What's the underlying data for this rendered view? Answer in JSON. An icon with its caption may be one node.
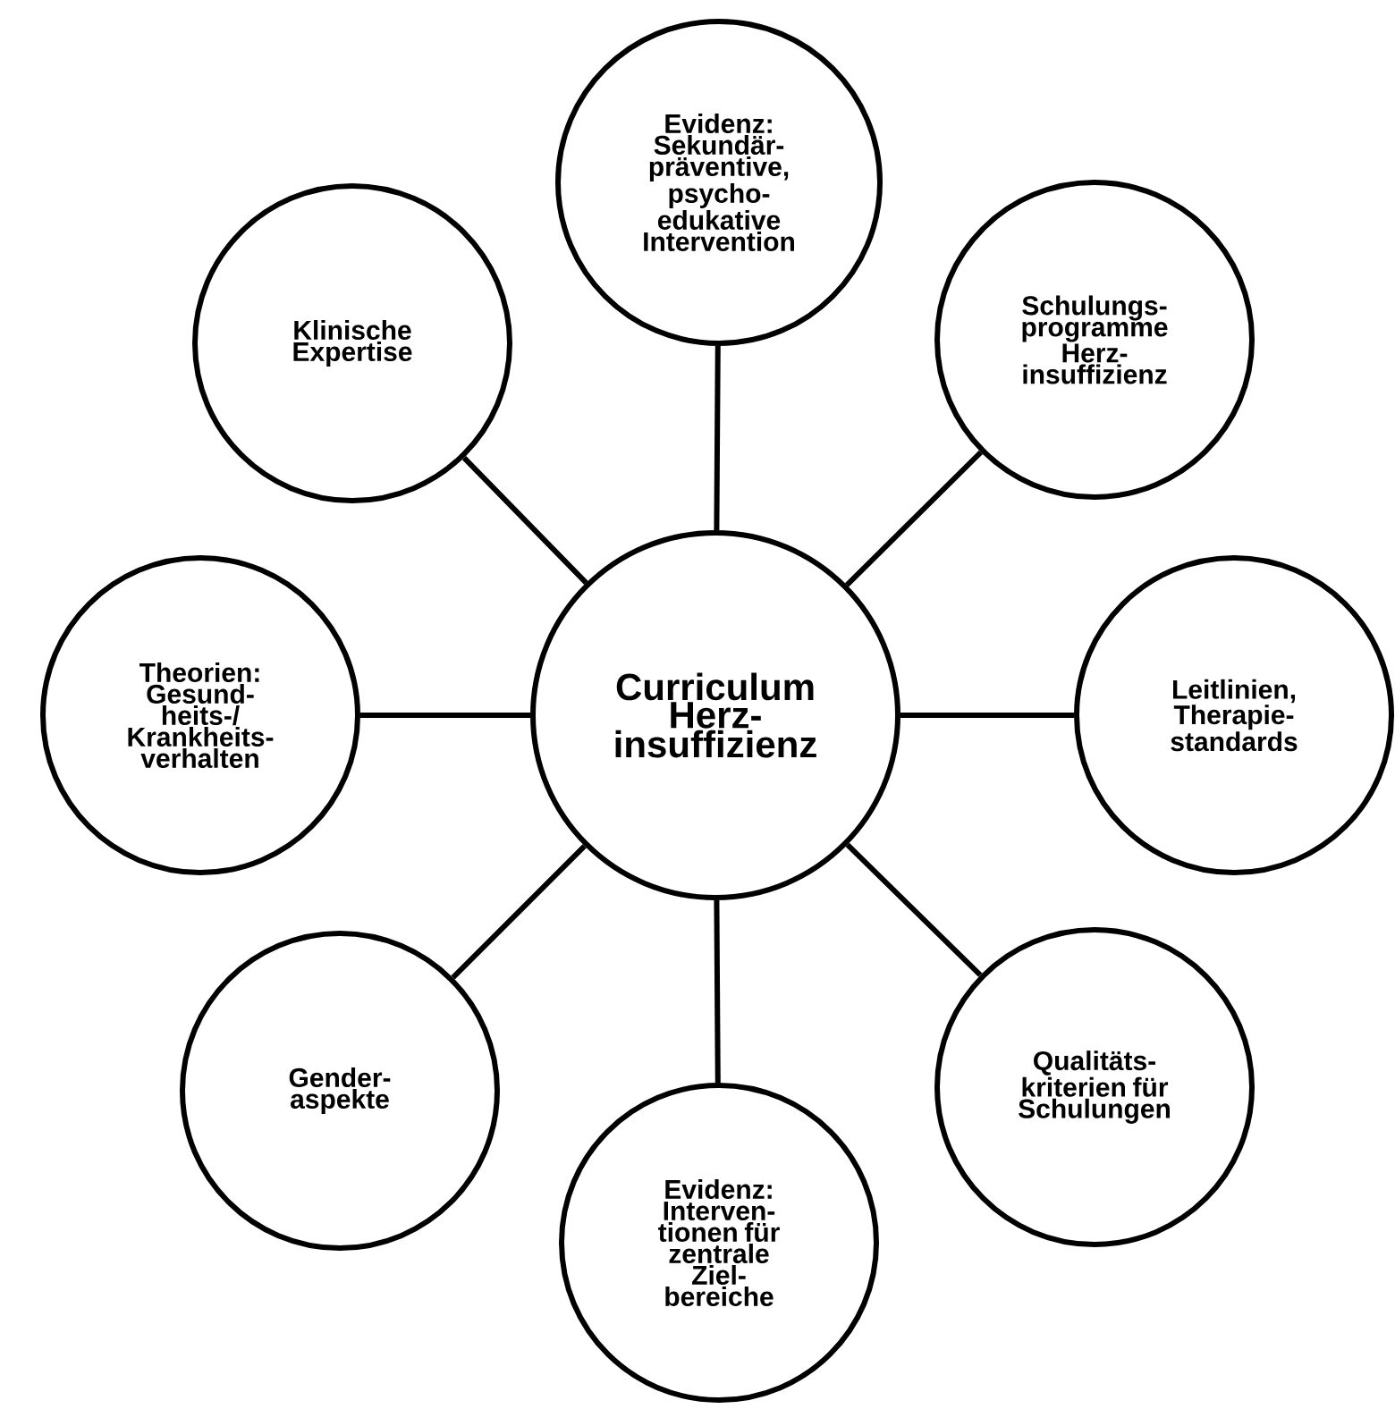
{
  "diagram": {
    "nodes": [
      {
        "text": [
          "Evidenz: Sekundär- präventive, psycho- edukative Intervention"
        ]
      },
      {
        "text": [
          "Klinische Expertise"
        ]
      },
      {
        "text": [
          "Schulungs- programme Herz- insuffizienz"
        ]
      },
      {
        "text": [
          "Theorien: Gesund- heits-/ Krankheits- verhalten"
        ]
      },
      {
        "text": [
          "Curriculum Herz- insuffizienz"
        ]
      },
      {
        "text": [
          "Leitlinien, Therapie- standards"
        ]
      },
      {
        "text": [
          "Gender- aspekte"
        ]
      },
      {
        "text": [
          "Qualitäts- kriterien für Schulungen"
        ]
      },
      {
        "text": [
          "Evidenz: Interven- tionen für zentrale Ziel- bereiche"
        ]
      }
    ],
    "edges": [
      {
        "from": 4,
        "to": 0,
        "arrow": "none"
      },
      {
        "from": 4,
        "to": 1,
        "arrow": "none"
      },
      {
        "from": 4,
        "to": 2,
        "arrow": "none"
      },
      {
        "from": 4,
        "to": 3,
        "arrow": "none"
      },
      {
        "from": 4,
        "to": 5,
        "arrow": "none"
      },
      {
        "from": 4,
        "to": 6,
        "arrow": "none"
      },
      {
        "from": 4,
        "to": 7,
        "arrow": "none"
      },
      {
        "from": 4,
        "to": 8,
        "arrow": "none"
      }
    ]
  }
}
